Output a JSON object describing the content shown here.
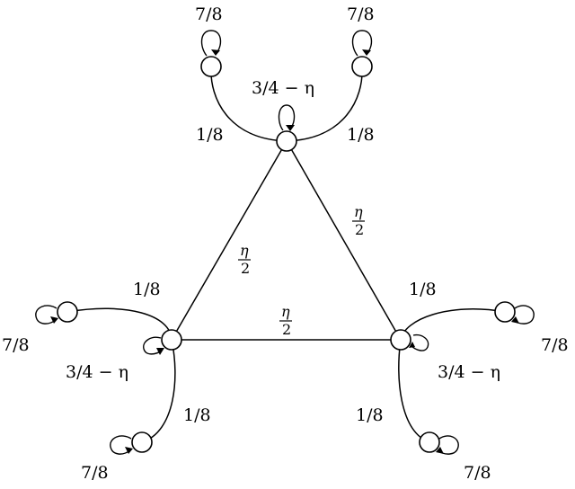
{
  "center_loop_label": "3/4 − η",
  "outer_loop_label": "7/8",
  "spoke_label": "1/8",
  "edge_label": {
    "numerator": "η",
    "denominator": "2"
  }
}
